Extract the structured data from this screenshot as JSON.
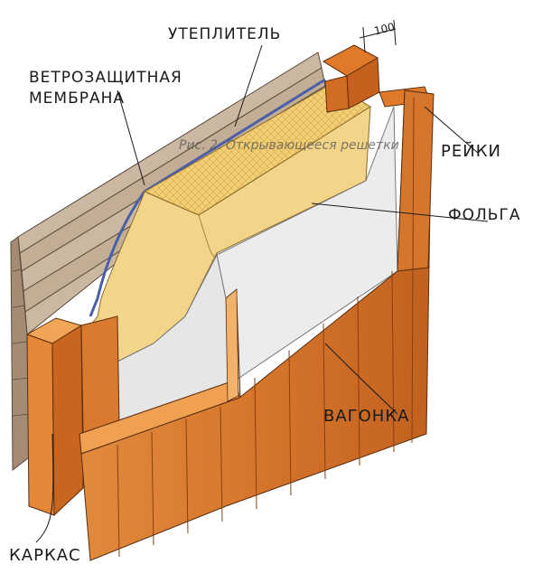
{
  "labels": {
    "insulation": "УТЕПЛИТЕЛЬ",
    "wind_barrier_line1": "ВЕТРОЗАЩИТНАЯ",
    "wind_barrier_line2": "МЕМБРАНА",
    "battens": "РЕЙКИ",
    "foil": "ФОЛЬГА",
    "lining": "ВАГОНКА",
    "frame": "КАРКАС",
    "dimension": "100"
  },
  "caption": "Рис. 2. Открывающееся решетки",
  "colors": {
    "wood_light": "#e89a4a",
    "wood_mid": "#d9792f",
    "wood_dark": "#b8561c",
    "wood_edge": "#f3c07a",
    "outer_boards": "#c9b5a0",
    "insulation": "#f0d078",
    "foil": "#ececec",
    "membrane": "#4b5fa8",
    "ink": "#1a1a1a"
  }
}
